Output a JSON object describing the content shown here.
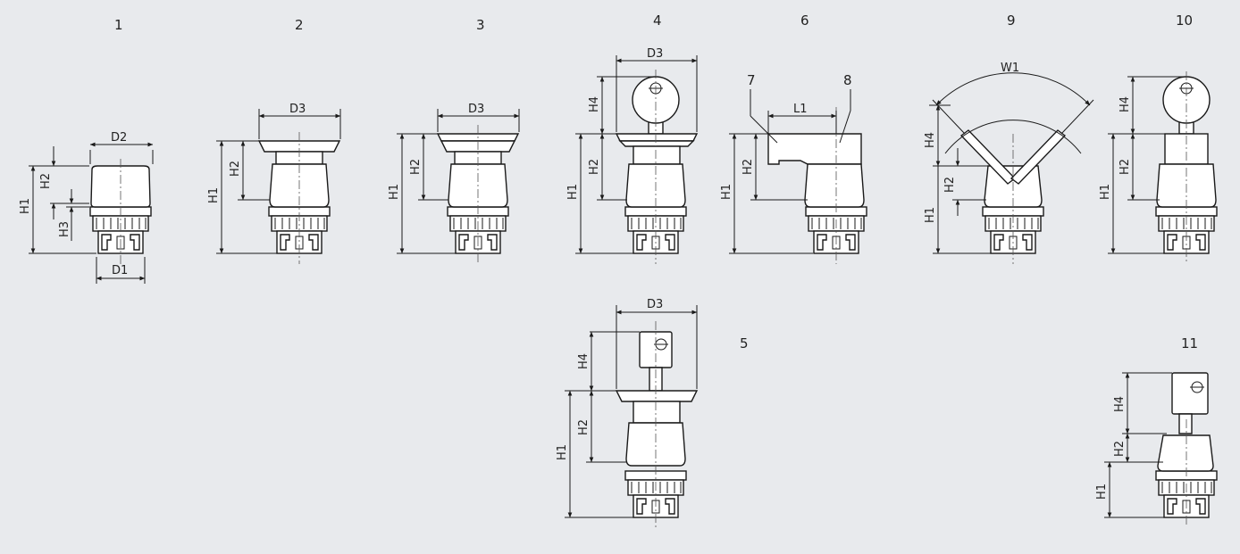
{
  "figure_numbers": [
    "1",
    "2",
    "3",
    "4",
    "6",
    "9",
    "10",
    "5",
    "11"
  ],
  "callouts": [
    "7",
    "8"
  ],
  "dimensions": {
    "h1": "H1",
    "h2": "H2",
    "h3": "H3",
    "h4": "H4",
    "d1": "D1",
    "d2": "D2",
    "d3": "D3",
    "l1": "L1",
    "w1": "W1"
  },
  "colors": {
    "background": "#e8eaed",
    "line": "#1a1a1a",
    "fill": "#ffffff"
  }
}
